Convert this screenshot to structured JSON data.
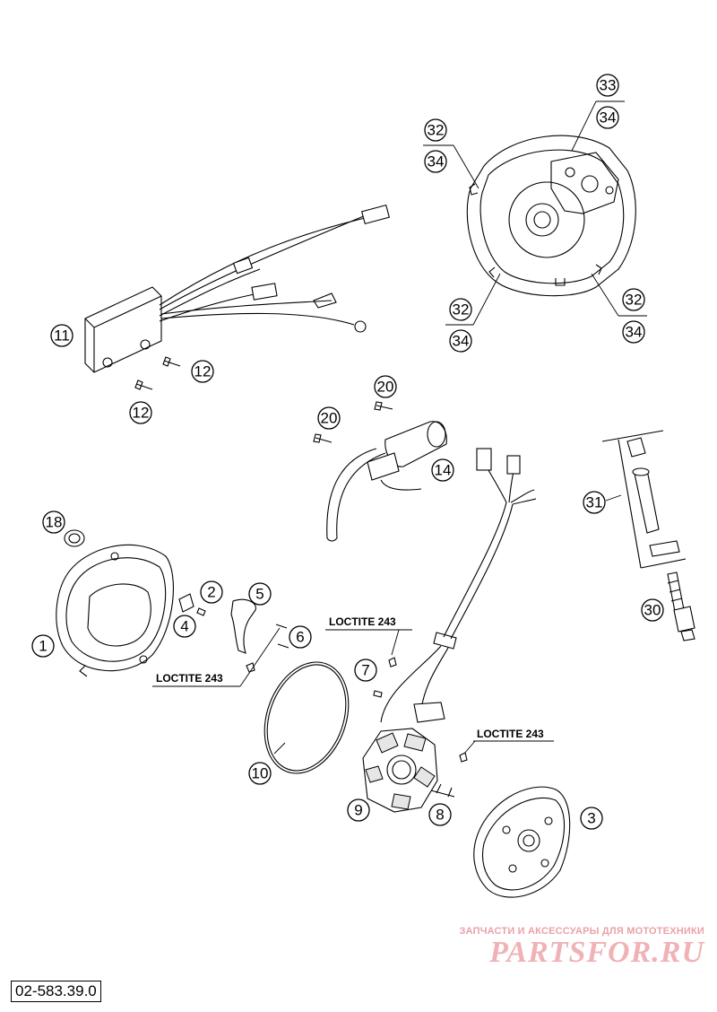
{
  "diagram_code": "02-583.39.0",
  "loctite_label": "LOCTITE 243",
  "watermark": {
    "tagline": "ЗАПЧАСТИ И АКСЕССУАРЫ ДЛЯ МОТОТЕХНИКИ",
    "logo": "PARTSFOR.RU"
  },
  "callouts": {
    "c1": "1",
    "c2": "2",
    "c3": "3",
    "c4": "4",
    "c5": "5",
    "c6": "6",
    "c7": "7",
    "c8": "8",
    "c9": "9",
    "c10": "10",
    "c11": "11",
    "c12a": "12",
    "c12b": "12",
    "c14": "14",
    "c18": "18",
    "c20a": "20",
    "c20b": "20",
    "c30": "30",
    "c31": "31",
    "c32a": "32",
    "c34a": "34",
    "c33": "33",
    "c34b": "34",
    "c32b": "32",
    "c34c": "34",
    "c32c": "32",
    "c34d": "34"
  },
  "colors": {
    "line": "#000000",
    "watermark": "#f0b2b6"
  }
}
